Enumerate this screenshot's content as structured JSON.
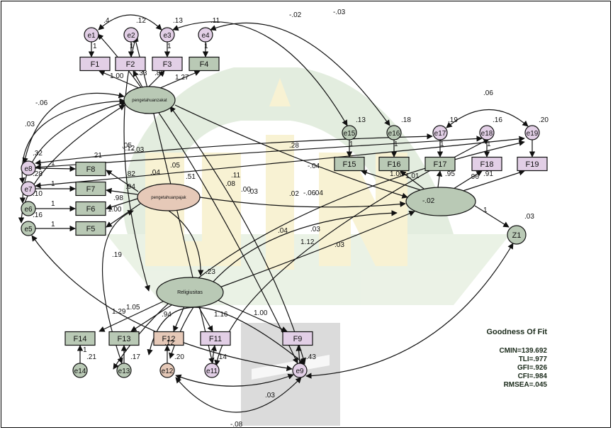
{
  "diagram": {
    "latent": {
      "pz": "pengetahuanzakat",
      "pp": "pengetahuanpajak",
      "rel": "Religiusitas",
      "y": ""
    },
    "observed": {
      "F1": "F1",
      "F2": "F2",
      "F3": "F3",
      "F4": "F4",
      "F5": "F5",
      "F6": "F6",
      "F7": "F7",
      "F8": "F8",
      "F9": "F9",
      "F11": "F11",
      "F12": "F12",
      "F13": "F13",
      "F14": "F14",
      "F15": "F15",
      "F16": "F16",
      "F17": "F17",
      "F18": "F18",
      "F19": "F19"
    },
    "errors": {
      "e1": "e1",
      "e2": "e2",
      "e3": "e3",
      "e4": "e4",
      "e5": "e5",
      "e6": "e6",
      "e7": "e7",
      "e8": "e8",
      "e9": "e9",
      "e11": "e11",
      "e12": "e12",
      "e13": "e13",
      "e14": "e14",
      "e15": "e15",
      "e16": "e16",
      "e17": "e17",
      "e18": "e18",
      "e19": "e19",
      "Z1": "Z1"
    },
    "estimates": [
      ".4",
      ".12",
      ".13",
      ".11",
      "-.02",
      "-.03",
      "1",
      "1",
      "1",
      "1",
      "1.00",
      "1.33",
      ".80",
      "1.27",
      "-.06",
      ".03",
      ".32",
      ".28",
      ".10",
      ".16",
      "1",
      "1",
      "1",
      "1",
      ".05",
      ".21",
      "-.12",
      "-.03",
      ".82",
      ".94",
      ".98",
      "1.00",
      ".05",
      ".04",
      ".51",
      ".11",
      ".08",
      ".00",
      ".03",
      ".28",
      ".13",
      ".18",
      ".19",
      ".16",
      ".20",
      ".06",
      "1",
      "1",
      "1",
      "1",
      "1.00",
      "1.01",
      ".95",
      ".96",
      ".91",
      "-.04",
      ".02",
      "-.06",
      ".04",
      "-.02",
      "1",
      ".03",
      ".04",
      ".03",
      "1.12",
      ".03",
      ".19",
      ".23",
      "1.29",
      "1.05",
      ".94",
      "1.16",
      "1.00",
      "1",
      ".21",
      ".17",
      ".12",
      ".20",
      ".14",
      ".43",
      ".03",
      "-.08"
    ]
  },
  "goodness_of_fit": {
    "title": "Goodness Of Fit",
    "cmin": "CMIN=139.692",
    "tli": "TLI=.977",
    "gfi": "GFI=.926",
    "cfi": "CFI=.984",
    "rmsea": "RMSEA=.045"
  }
}
